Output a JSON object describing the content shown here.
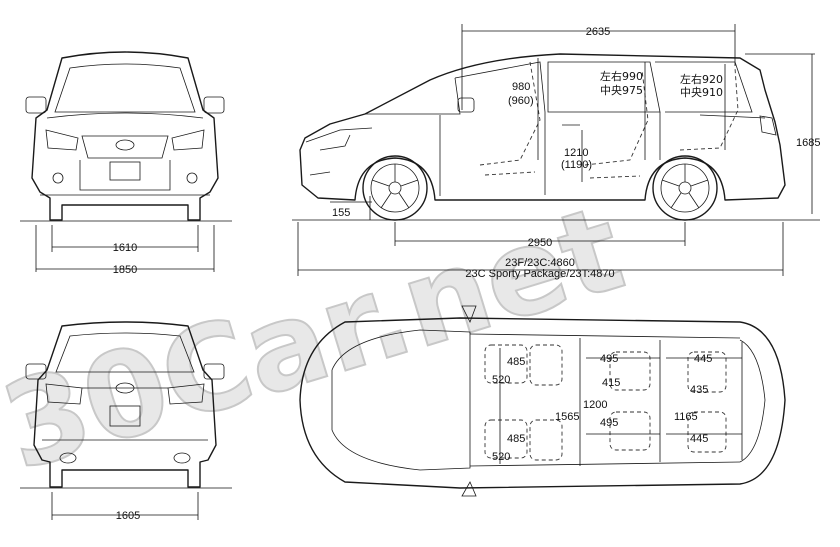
{
  "watermark": "30Car.net",
  "front_view": {
    "track": "1610",
    "width": "1850"
  },
  "side_view": {
    "overall_height": "1685",
    "ground_clearance": "155",
    "wheelbase": "2950",
    "length_1": "23F/23C:4860",
    "length_2": "23C Sporty Package/23T:4870",
    "interior_length": "2635",
    "headroom_front": "980",
    "headroom_front_alt": "(960)",
    "headroom_2nd": "左右990",
    "headroom_2nd_center": "中央975",
    "headroom_3rd": "左右920",
    "headroom_3rd_center": "中央910",
    "seat_height": "1210",
    "seat_height_alt": "(1190)"
  },
  "rear_view": {
    "track": "1605"
  },
  "top_view": {
    "seat_w_front_a": "485",
    "seat_d_front_a": "520",
    "seat_w_front_b": "485",
    "seat_d_front_b": "520",
    "width_row2_top": "495",
    "width_row2_mid": "415",
    "width_row2_bot": "495",
    "cabin_width": "1565",
    "row2_span": "1200",
    "width_row3_top": "445",
    "width_row3_mid": "435",
    "width_row3_bot": "445",
    "row3_span": "1165"
  }
}
